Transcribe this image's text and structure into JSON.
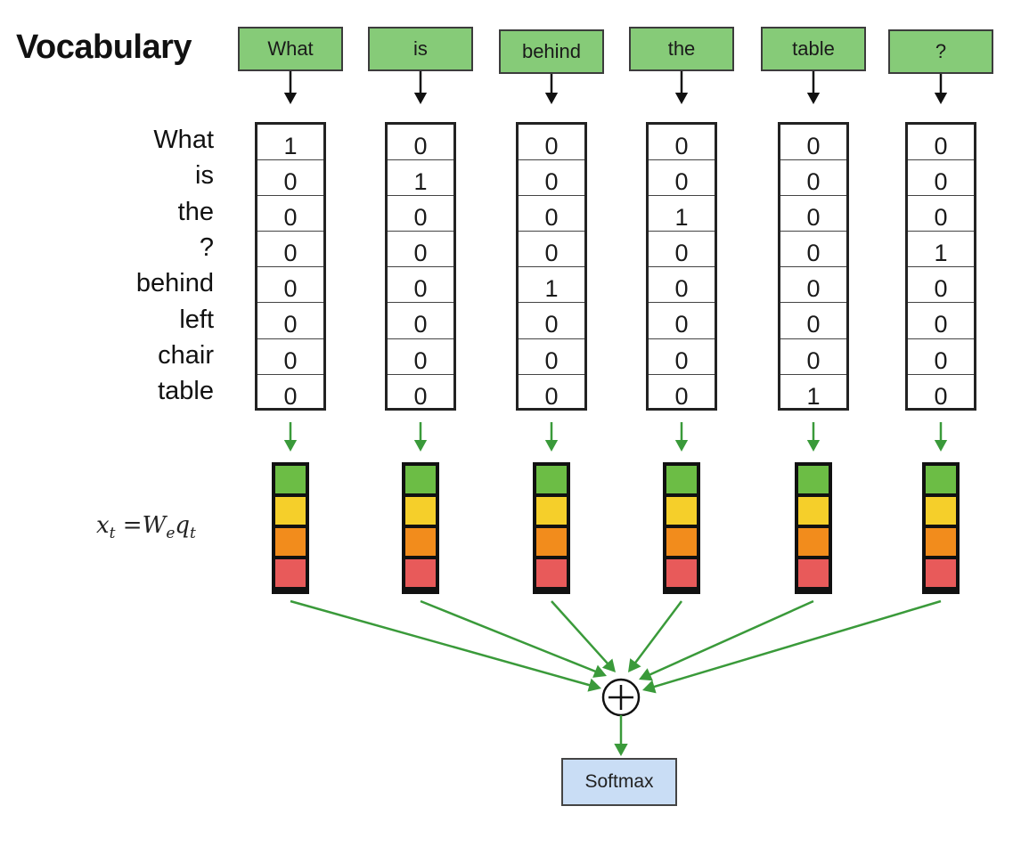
{
  "title": "Vocabulary",
  "question_words": [
    "What",
    "is",
    "behind",
    "the",
    "table",
    "?"
  ],
  "vocabulary": [
    "What",
    "is",
    "the",
    "?",
    "behind",
    "left",
    "chair",
    "table"
  ],
  "one_hot_vectors": [
    [
      1,
      0,
      0,
      0,
      0,
      0,
      0,
      0
    ],
    [
      0,
      1,
      0,
      0,
      0,
      0,
      0,
      0
    ],
    [
      0,
      0,
      0,
      0,
      1,
      0,
      0,
      0
    ],
    [
      0,
      0,
      1,
      0,
      0,
      0,
      0,
      0
    ],
    [
      0,
      0,
      0,
      0,
      0,
      0,
      0,
      1
    ],
    [
      0,
      0,
      0,
      1,
      0,
      0,
      0,
      0
    ]
  ],
  "embedding": {
    "formula": {
      "x": "x",
      "x_sub": "t",
      "eq": "=",
      "W": "W",
      "W_sub": "e",
      "q": "q",
      "q_sub": "t"
    },
    "cell_colors": [
      "#6cbd45",
      "#f5cf2a",
      "#f28c1c",
      "#e85a5a"
    ]
  },
  "sum_node": {
    "symbol": "⊕",
    "icon": "circled-plus-icon"
  },
  "output": {
    "label": "Softmax"
  },
  "colors": {
    "word_box": "#86cb78",
    "arrow_black": "#111111",
    "arrow_green": "#3a9a3a",
    "softmax_box": "#c9ddf5"
  }
}
